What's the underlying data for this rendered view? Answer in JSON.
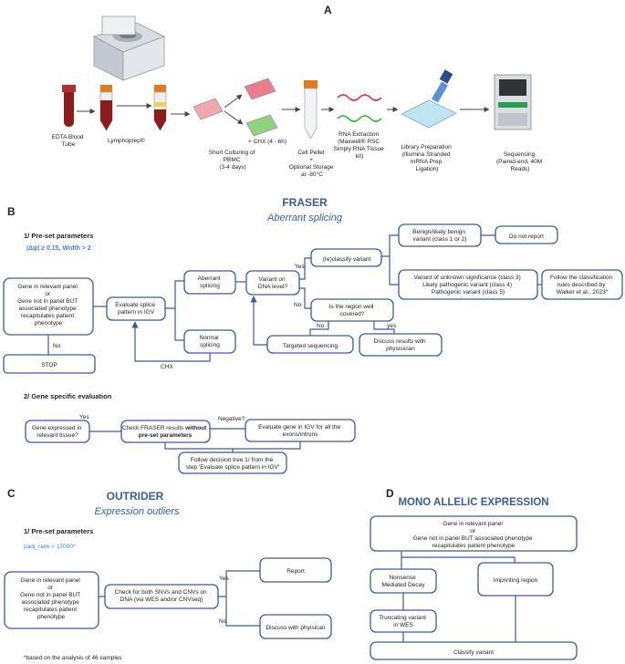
{
  "panelA": {
    "letter": "A",
    "edta": [
      "EDTA Blood",
      "Tube"
    ],
    "lympho": "Lymphoprep®",
    "culture": [
      "Short Culturing of",
      "PBMC",
      "(3-4 days)"
    ],
    "chx": "+ CHX (4 - 6h)",
    "pellet": [
      "Cell Pellet",
      "+",
      "Optional Storage",
      "at -80°C"
    ],
    "rna": [
      "RNA Extraction",
      "(Maxwell® RSC",
      "Simply RNA Tissue",
      "kit)"
    ],
    "library": [
      "Library Preparation",
      "(Illumina Stranded",
      "mRNA Prep",
      "Ligation)"
    ],
    "sequencing": [
      "Sequencing",
      "(Paired-end, 40M",
      "Reads)"
    ]
  },
  "panelB": {
    "letter": "B",
    "title": "FRASER",
    "subtitle": "Aberrant splicing",
    "section1": "1/ Pre-set parameters",
    "params": "|Δψ| ≥ 0.15, Width > 2",
    "gene_box": [
      "Gene in relevant panel",
      "or",
      "Gene not in panel BUT",
      "associated phenotype",
      "recapitulates patient",
      "phenotype"
    ],
    "no": "No",
    "stop": "STOP",
    "evaluate": [
      "Evaluate splice",
      "pattern in IGV"
    ],
    "aberrant": [
      "Aberrant",
      "splicing"
    ],
    "normal": [
      "Normal",
      "splicing"
    ],
    "chx_label": "CHX",
    "variant_dna": [
      "Variant on",
      "DNA level?"
    ],
    "yes": "Yes",
    "no2": "No",
    "reclassify": "(re)classify variant",
    "benign": [
      "Benign/likely benign",
      "variant (class 1 or 2)"
    ],
    "do_not_report": "Do not report",
    "vus": [
      "Variant of unknown significance (class 3)",
      "Likely pathogenic variant (class 4)",
      "Pathogenic variant (class 5)"
    ],
    "follow": [
      "Follow the classification",
      "rules described by",
      "Walker et al., 2023*"
    ],
    "covered": [
      "Is the region well",
      "covered?"
    ],
    "no3": "No",
    "yes3": "yes",
    "targeted": "Targeted sequencing",
    "discuss": [
      "Discuss results with",
      "physisician"
    ],
    "section2": "2/ Gene specific evaluation",
    "expressed": [
      "Gene expressed in",
      "relevant tissue?"
    ],
    "yes4": "Yes",
    "check_pre": "Check FRASER results ",
    "check_bold": "without",
    "check_line2": "pre-set parameters",
    "negative": "Negative?",
    "evaluate_gene": [
      "Evaluate gene in IGV for all the",
      "exons/introns"
    ],
    "follow_tree": [
      "Follow decision tree 1/ from the",
      "step 'Evaluate splice pattern in IGV'"
    ]
  },
  "panelC": {
    "letter": "C",
    "title": "OUTRIDER",
    "subtitle": "Expression outliers",
    "section1": "1/ Pre-set parameters",
    "params": "padj_rank < 17000*",
    "gene_box": [
      "Gene in relevant panel",
      "or",
      "Gene not in panel BUT",
      "associated phenotype",
      "recapitulates patient",
      "phenotype"
    ],
    "check": [
      "Check for both SNVs and CNVs on",
      "DNA (via WES and/or CNVseq)"
    ],
    "yes": "Yes",
    "no": "No",
    "report": "Report",
    "discuss": "Discuss with phyisican",
    "footnote": "*based on the analysis of 46 samples"
  },
  "panelD": {
    "letter": "D",
    "title": "MONO ALLELIC EXPRESSION",
    "gene_box": [
      "Gene in relevant panel",
      "or",
      "Gene not in panel BUT associated phenotype",
      "recapitulates patient phenotype"
    ],
    "nmd": [
      "Nonsense",
      "Mediated Decay"
    ],
    "imprinting": "Imprinting region",
    "truncating": [
      "Truncating variant",
      "in WES"
    ],
    "classify": "Classify variant"
  }
}
